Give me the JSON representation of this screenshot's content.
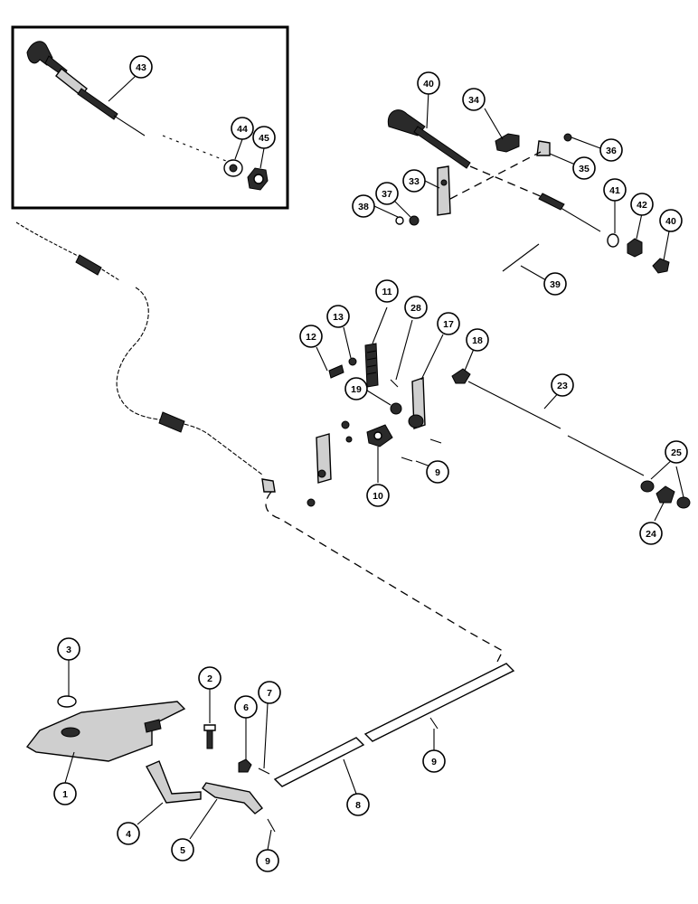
{
  "callouts": [
    {
      "id": "c43",
      "label": "43"
    },
    {
      "id": "c44",
      "label": "44"
    },
    {
      "id": "c45",
      "label": "45"
    },
    {
      "id": "c40a",
      "label": "40"
    },
    {
      "id": "c34",
      "label": "34"
    },
    {
      "id": "c36",
      "label": "36"
    },
    {
      "id": "c35",
      "label": "35"
    },
    {
      "id": "c33",
      "label": "33"
    },
    {
      "id": "c37",
      "label": "37"
    },
    {
      "id": "c38",
      "label": "38"
    },
    {
      "id": "c41",
      "label": "41"
    },
    {
      "id": "c42",
      "label": "42"
    },
    {
      "id": "c40b",
      "label": "40"
    },
    {
      "id": "c39",
      "label": "39"
    },
    {
      "id": "c11",
      "label": "11"
    },
    {
      "id": "c28",
      "label": "28"
    },
    {
      "id": "c13",
      "label": "13"
    },
    {
      "id": "c12",
      "label": "12"
    },
    {
      "id": "c17",
      "label": "17"
    },
    {
      "id": "c18",
      "label": "18"
    },
    {
      "id": "c19",
      "label": "19"
    },
    {
      "id": "c23",
      "label": "23"
    },
    {
      "id": "c9a",
      "label": "9"
    },
    {
      "id": "c10",
      "label": "10"
    },
    {
      "id": "c25",
      "label": "25"
    },
    {
      "id": "c24",
      "label": "24"
    },
    {
      "id": "c3",
      "label": "3"
    },
    {
      "id": "c2",
      "label": "2"
    },
    {
      "id": "c6",
      "label": "6"
    },
    {
      "id": "c7",
      "label": "7"
    },
    {
      "id": "c1",
      "label": "1"
    },
    {
      "id": "c4",
      "label": "4"
    },
    {
      "id": "c5",
      "label": "5"
    },
    {
      "id": "c9b",
      "label": "9"
    },
    {
      "id": "c8",
      "label": "8"
    },
    {
      "id": "c9c",
      "label": "9"
    }
  ]
}
